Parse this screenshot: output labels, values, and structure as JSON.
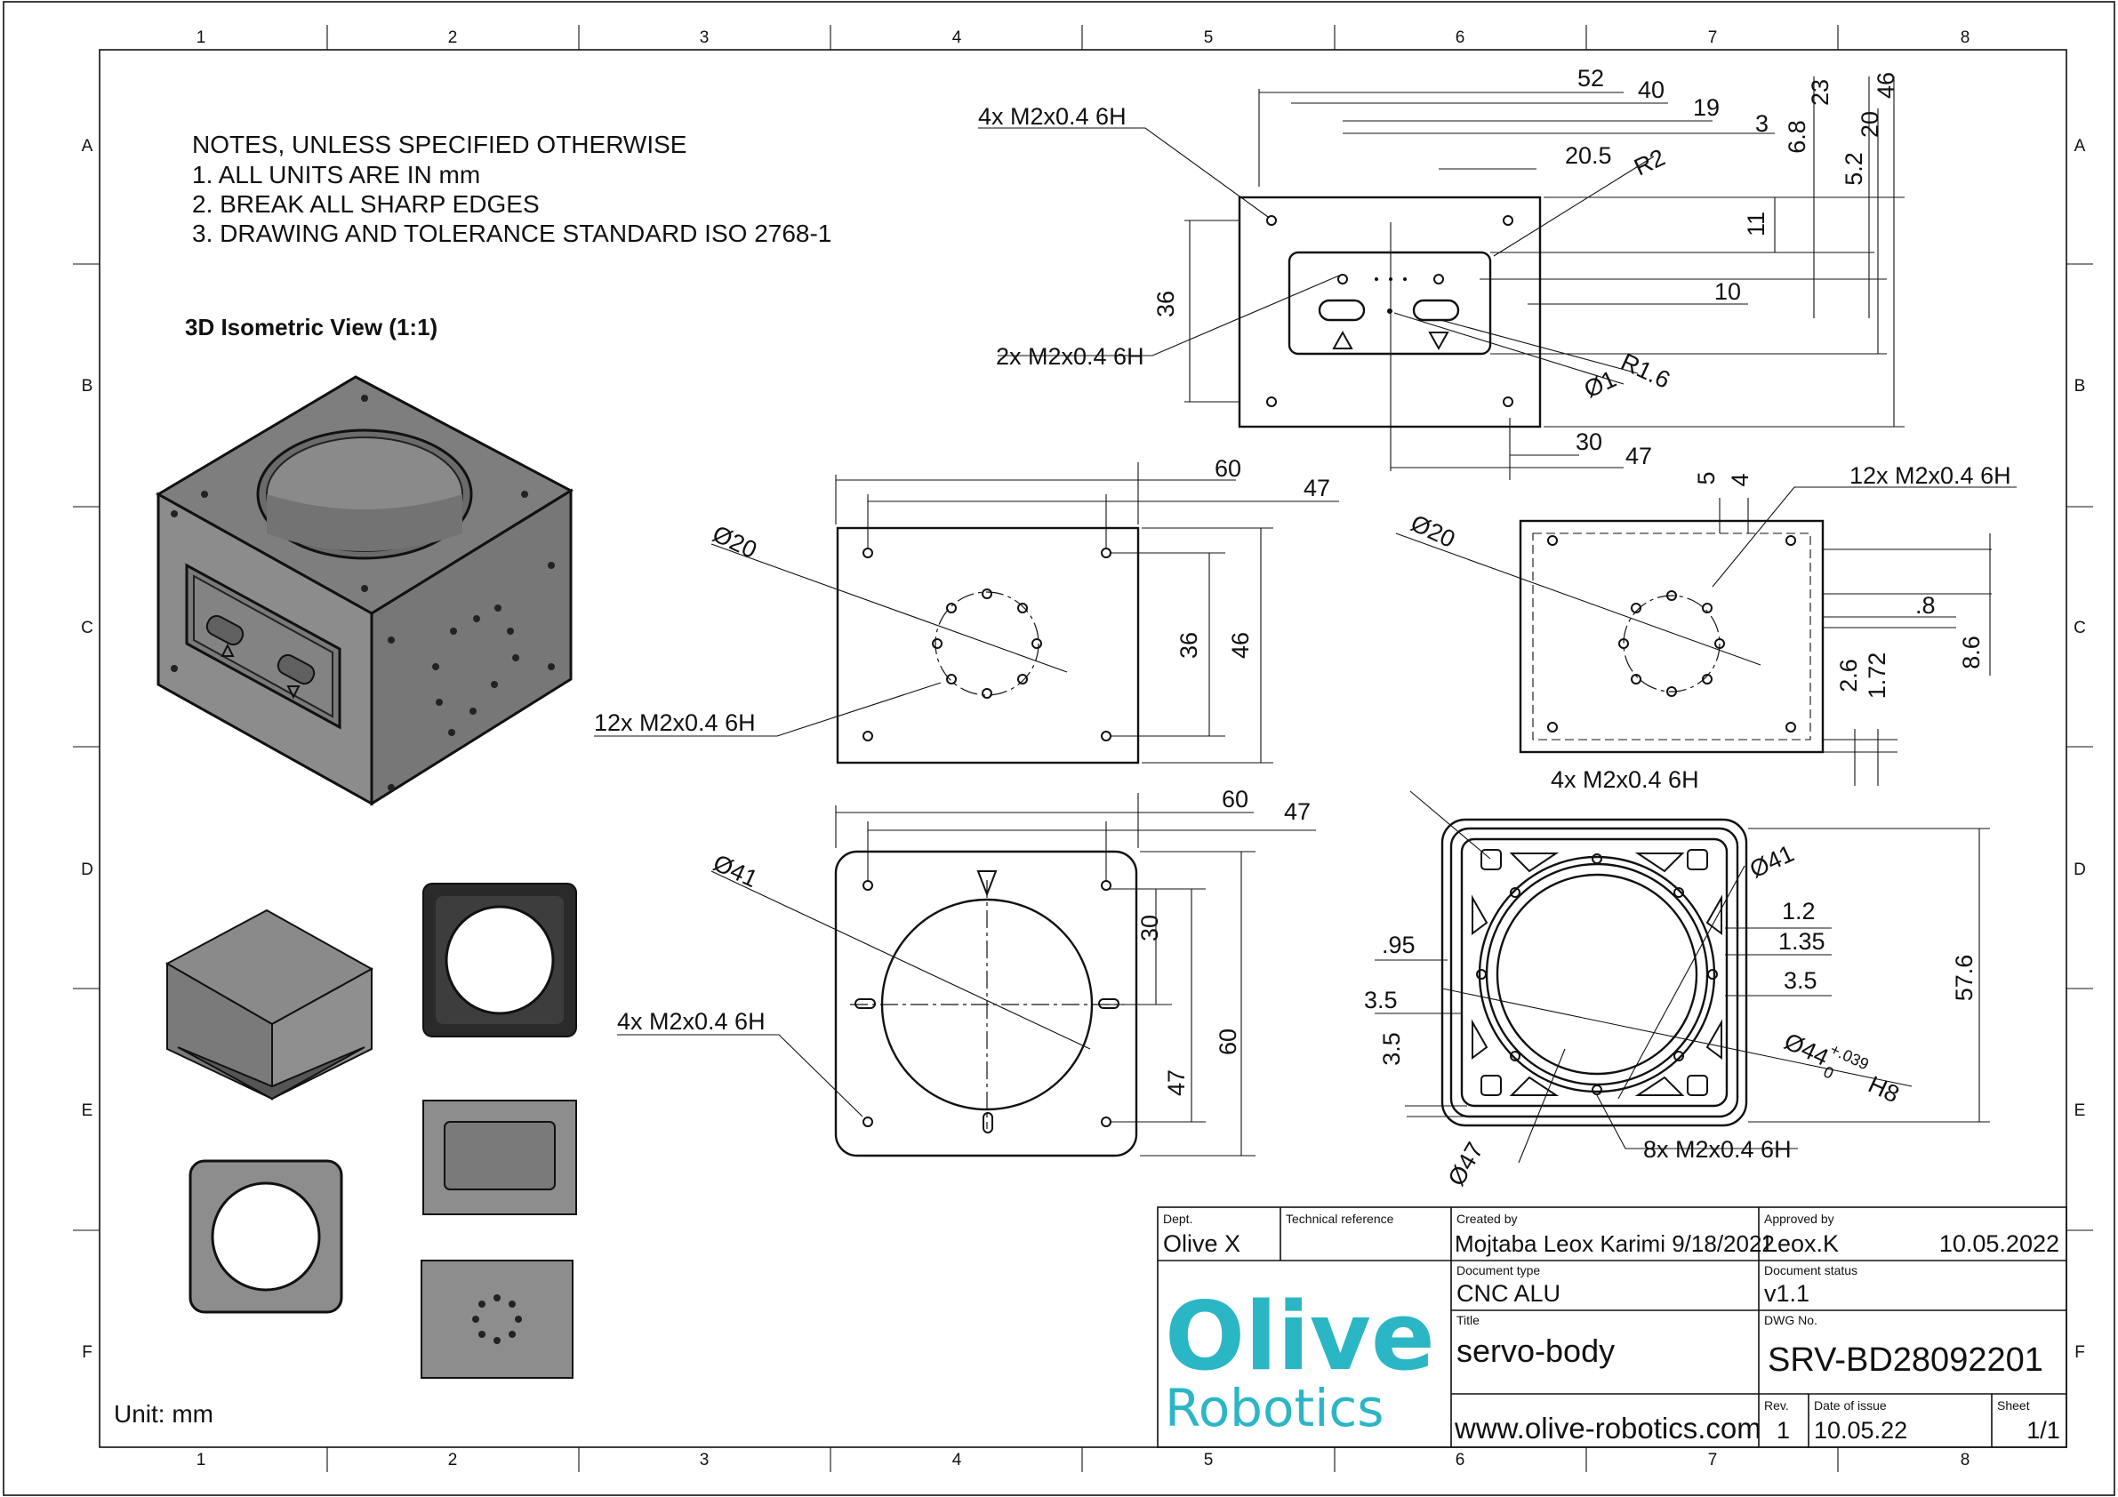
{
  "grid": {
    "cols": [
      "1",
      "2",
      "3",
      "4",
      "5",
      "6",
      "7",
      "8"
    ],
    "rows": [
      "A",
      "B",
      "C",
      "D",
      "E",
      "F"
    ]
  },
  "notes": {
    "title": "NOTES, UNLESS SPECIFIED OTHERWISE",
    "items": [
      "1. ALL UNITS ARE IN mm",
      "2. BREAK ALL SHARP EDGES",
      "3. DRAWING AND TOLERANCE STANDARD ISO 2768-1"
    ]
  },
  "iso_view_label": "3D Isometric View (1:1)",
  "unit_label": "Unit: mm",
  "views": {
    "top": {
      "callout_4x": "4x M2x0.4 6H",
      "callout_2x": "2x M2x0.4 6H",
      "dims": [
        "52",
        "40",
        "19",
        "3",
        "20.5",
        "R2",
        "23",
        "6.8",
        "20",
        "5.2",
        "46",
        "11",
        "36",
        "10",
        "R1.6",
        "Ø1",
        "30",
        "47"
      ]
    },
    "front": {
      "dims": [
        "60",
        "47",
        "Ø20",
        "36",
        "46"
      ],
      "callout": "12x M2x0.4 6H"
    },
    "side": {
      "dims": [
        "Ø20",
        "5",
        "4",
        ".8",
        "8.6",
        "2.6",
        "1.72"
      ],
      "callout": "12x M2x0.4 6H"
    },
    "bottom": {
      "dims": [
        "60",
        "47",
        "Ø41",
        "30",
        "60",
        "47"
      ],
      "callout": "4x M2x0.4 6H"
    },
    "flange": {
      "callout_top": "4x M2x0.4 6H",
      "callout_bottom": "8x M2x0.4 6H",
      "dims": [
        "Ø41",
        "1.2",
        "1.35",
        ".95",
        "3.5",
        "3.5",
        "3.5",
        "57.6",
        "Ø47"
      ],
      "tolerance_main": "Ø44",
      "tolerance_upper": "+.039",
      "tolerance_lower": "0",
      "tolerance_fit": "H8"
    }
  },
  "title_block": {
    "dept_label": "Dept.",
    "dept": "Olive X",
    "techref_label": "Technical reference",
    "created_label": "Created by",
    "created": "Mojtaba Leox Karimi  9/18/2022",
    "approved_label": "Approved by",
    "approved_name": "Leox.K",
    "approved_date": "10.05.2022",
    "doctype_label": "Document type",
    "doctype": "CNC ALU",
    "docstatus_label": "Document status",
    "docstatus": "v1.1",
    "title_label": "Title",
    "title": "servo-body",
    "dwg_label": "DWG No.",
    "dwg": "SRV-BD28092201",
    "website": "www.olive-robotics.com",
    "rev_label": "Rev.",
    "rev": "1",
    "issue_label": "Date of issue",
    "issue": "10.05.22",
    "sheet_label": "Sheet",
    "sheet": "1/1",
    "logo_word": "Olive",
    "logo_sub": "Robotics",
    "logo_color": "#2bb6c6"
  }
}
